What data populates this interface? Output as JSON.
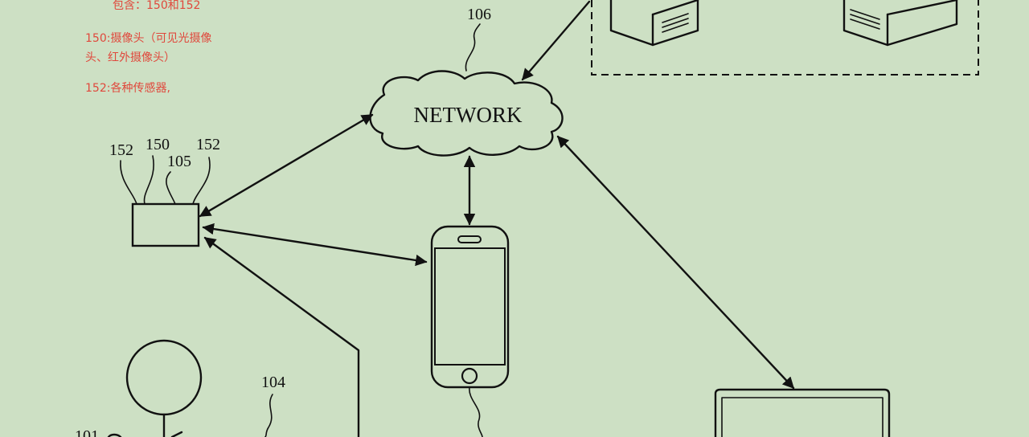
{
  "annotations": {
    "includes": "包含：150和152",
    "item_150_line1": "150:摄像头（可见光摄像",
    "item_150_line2": "头、红外摄像头）",
    "item_152": "152:各种传感器,"
  },
  "labels": {
    "network": "NETWORK",
    "network_ref": "106",
    "device_ref_left": "152",
    "device_ref_camera": "150",
    "device_ref_center": "105",
    "device_ref_right": "152",
    "person_ref": "104",
    "person_partial": "101"
  }
}
